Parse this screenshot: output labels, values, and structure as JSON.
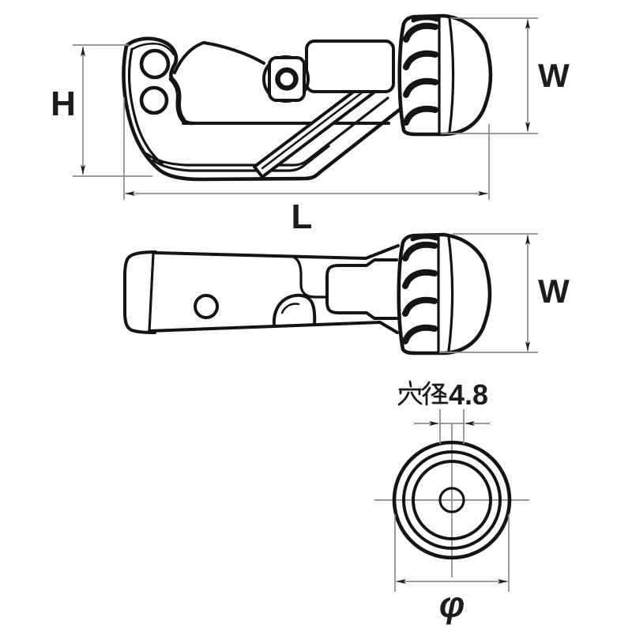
{
  "colors": {
    "paper": "#ffffff",
    "ink": "#141414",
    "dimc": "#8c8c8c",
    "label": "#1c1c1c"
  },
  "labels": {
    "h": "H",
    "l": "L",
    "w_side": "W",
    "w_top": "W",
    "hole_note": "穴径4.8",
    "hole_note_kanji": "穴径",
    "hole_note_value": "4.8",
    "phi": "φ"
  }
}
